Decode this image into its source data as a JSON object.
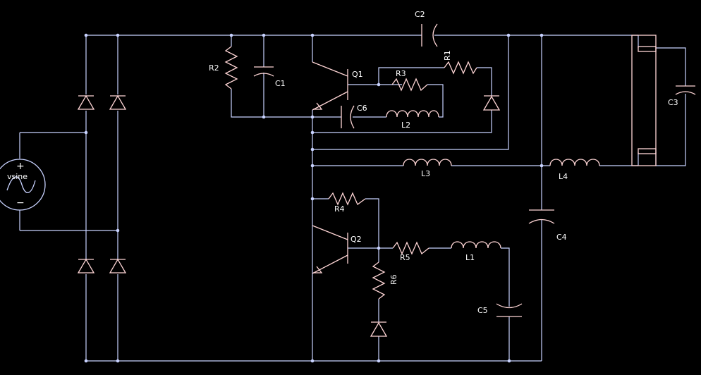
{
  "source": {
    "label": "vsine",
    "plus": "+",
    "minus": "−"
  },
  "labels": {
    "C1": "C1",
    "C2": "C2",
    "C3": "C3",
    "C4": "C4",
    "C5": "C5",
    "C6": "C6",
    "R1": "R1",
    "R2": "R2",
    "R3": "R3",
    "R4": "R4",
    "R5": "R5",
    "R6": "R6",
    "L1": "L1",
    "L2": "L2",
    "L3": "L3",
    "L4": "L4",
    "Q1": "Q1",
    "Q2": "Q2"
  },
  "colors": {
    "background": "#000000",
    "wire": "#c8d2ff",
    "component": "#ffd6d6",
    "text": "#ffffff"
  }
}
